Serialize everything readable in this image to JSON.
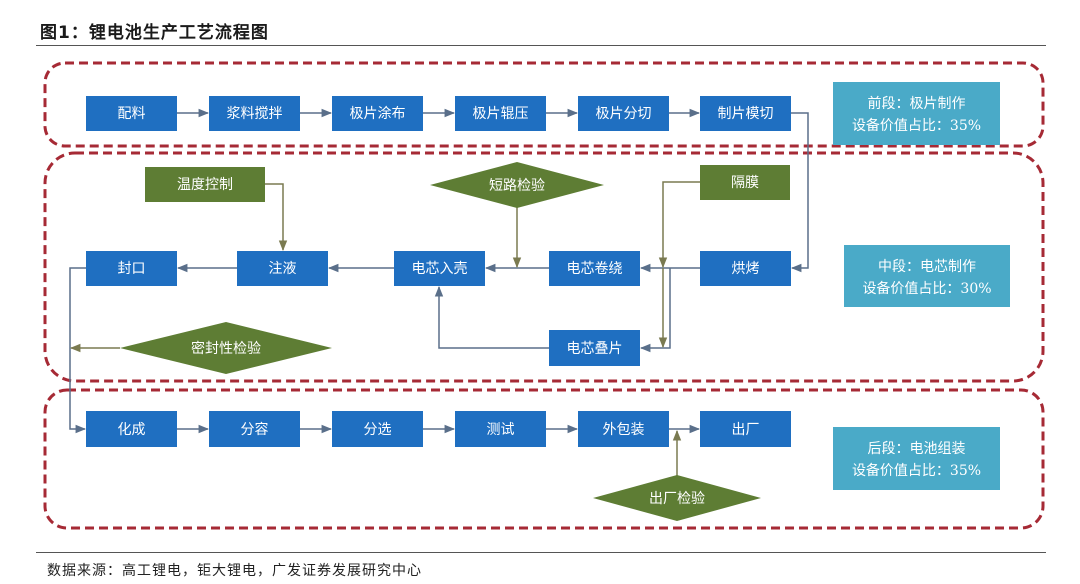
{
  "title": "图1：锂电池生产工艺流程图",
  "footer": "数据来源：高工锂电，钜大锂电，广发证券发展研究中心",
  "colors": {
    "process_box": "#1f6fc1",
    "control_box": "#5e7d34",
    "info_box": "#4aaac8",
    "stage_border": "#a62a35",
    "connector": "#5a6f8a",
    "control_connector": "#7a7a50"
  },
  "stages": [
    {
      "id": "front",
      "info_line1": "前段：极片制作",
      "info_line2": "设备价值占比：35%",
      "share_percent": 35
    },
    {
      "id": "middle",
      "info_line1": "中段：电芯制作",
      "info_line2": "设备价值占比：30%",
      "share_percent": 30
    },
    {
      "id": "back",
      "info_line1": "后段：电池组装",
      "info_line2": "设备价值占比：35%",
      "share_percent": 35
    }
  ],
  "nodes": {
    "peiliao": "配料",
    "jiangliao": "浆料搅拌",
    "tubu": "极片涂布",
    "gunya": "极片辊压",
    "fenqie": "极片分切",
    "moqie": "制片模切",
    "hongkao": "烘烤",
    "juanrao": "电芯卷绕",
    "dieipian": "电芯叠片",
    "ruke": "电芯入壳",
    "zhuye": "注液",
    "fengkou": "封口",
    "wendu": "温度控制",
    "gemo": "隔膜",
    "duanlu": "短路检验",
    "mifeng": "密封性检验",
    "huacheng": "化成",
    "fenrong": "分容",
    "fenxuan": "分选",
    "ceshi": "测试",
    "baozhuang": "外包装",
    "chuchang": "出厂",
    "chuchangjianyan": "出厂检验"
  }
}
